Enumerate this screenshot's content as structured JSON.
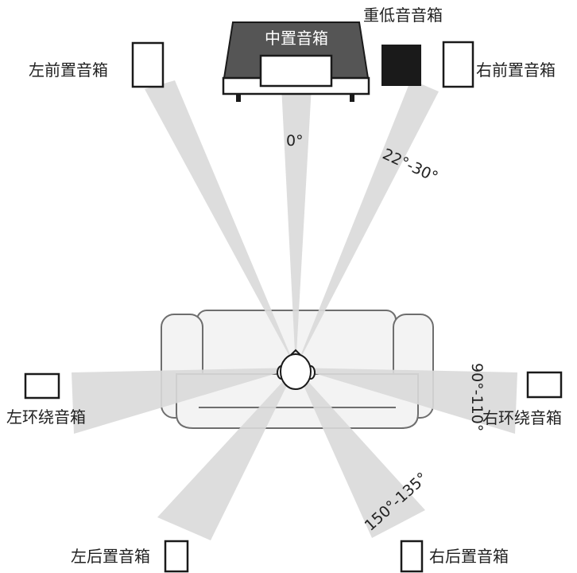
{
  "speakers": {
    "center": "中置音箱",
    "subwoofer": "重低音音箱",
    "front_left": "左前置音箱",
    "front_right": "右前置音箱",
    "surround_left": "左环绕音箱",
    "surround_right": "右环绕音箱",
    "rear_left": "左后置音箱",
    "rear_right": "右后置音箱"
  },
  "angles": {
    "center": "0°",
    "front": "22°-30°",
    "surround": "90°-110°",
    "rear": "150°-135°"
  },
  "colors": {
    "beam": "#d9d9d9",
    "tv_body": "#555555",
    "subwoofer": "#1a1a1a",
    "outline": "#1a1a1a",
    "sofa": "#f2f2f2"
  }
}
